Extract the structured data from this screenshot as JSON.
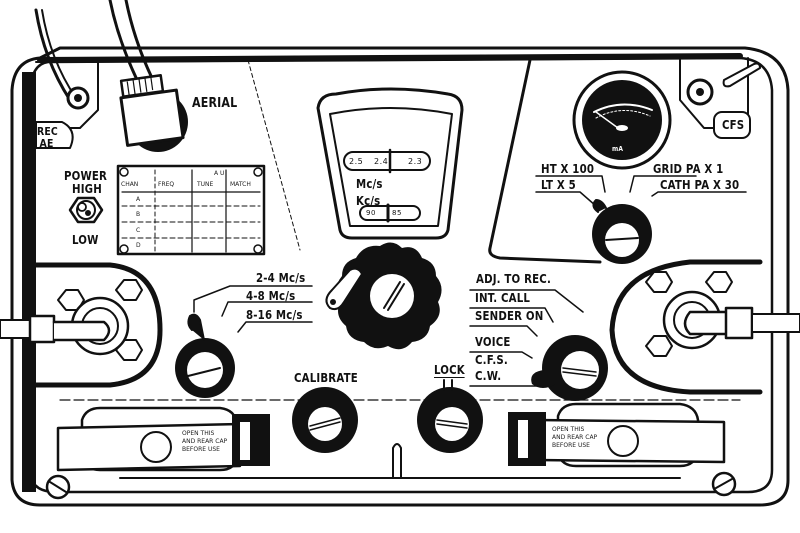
{
  "figure": {
    "subject": "Radio transmitter-receiver front panel (line illustration)"
  },
  "connectors": {
    "rec_ae_label": "REC\nAE",
    "rec_ae_line1": "REC",
    "rec_ae_line2": "AE",
    "aerial_label": "AERIAL",
    "cfs_label": "CFS"
  },
  "power_switch": {
    "title": "POWER",
    "high_label": "HIGH",
    "low_label": "LOW"
  },
  "channel_card": {
    "group_header": "A U",
    "columns": [
      "CHAN",
      "FREQ",
      "TUNE",
      "MATCH"
    ],
    "rows": [
      "A",
      "B",
      "C",
      "D"
    ]
  },
  "tuning_dial": {
    "mc_scale_ticks": [
      "2.5",
      "2.4",
      "2.3"
    ],
    "mc_unit": "Mc/s",
    "kc_unit": "Kc/s",
    "kc_scale_ticks": [
      "90",
      "85"
    ]
  },
  "band_switch": {
    "options": [
      "2-4 Mc/s",
      "4-8 Mc/s",
      "8-16 Mc/s"
    ]
  },
  "meter": {
    "unit_label": "mA"
  },
  "meter_switch": {
    "options_left": [
      "HT X 100",
      "LT X 5"
    ],
    "options_right": [
      "GRID PA X 1",
      "CATH PA X 30"
    ]
  },
  "mode_switch": {
    "options_top": [
      "ADJ. TO REC.",
      "INT. CALL",
      "SENDER ON"
    ],
    "options_bottom": [
      "VOICE",
      "C.F.S.",
      "C.W."
    ]
  },
  "controls": {
    "calibrate_label": "CALIBRATE",
    "lock_label": "LOCK"
  },
  "latches": {
    "left_text": [
      "OPEN THIS",
      "AND REAR CAP",
      "BEFORE USE"
    ],
    "right_text": [
      "OPEN THIS",
      "AND REAR CAP",
      "BEFORE USE"
    ]
  }
}
